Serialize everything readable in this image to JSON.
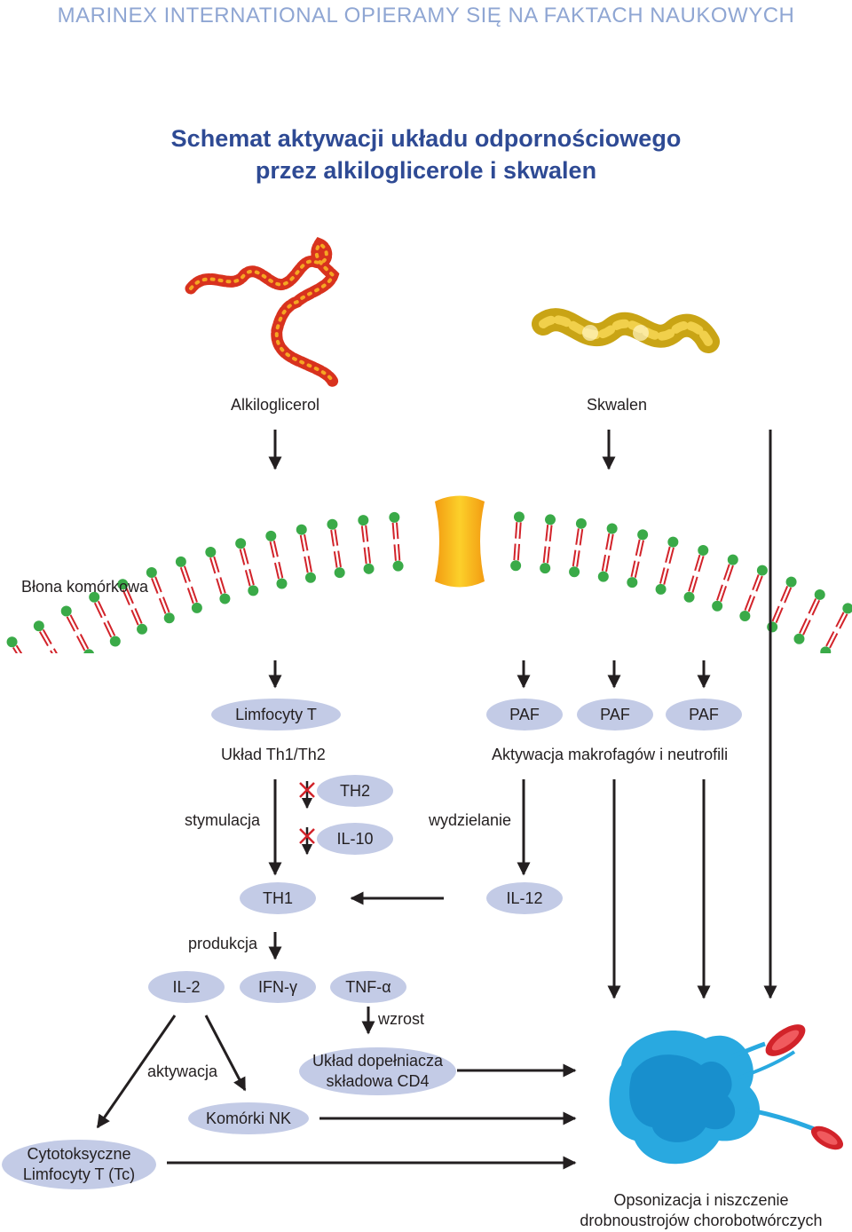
{
  "header": "MARINEX  INTERNATIONAL  OPIERAMY  SIĘ  NA  FAKTACH  NAUKOWYCH",
  "title": {
    "line1": "Schemat aktywacji układu odpornościowego",
    "line2": "przez alkiloglicerole i skwalen"
  },
  "molecules": {
    "alkiloglicerol": "Alkiloglicerol",
    "skwalen": "Skwalen"
  },
  "membrane_label": "Błona komórkowa",
  "pills": {
    "limfocyty_t": "Limfocyty T",
    "paf1": "PAF",
    "paf2": "PAF",
    "paf3": "PAF",
    "th2": "TH2",
    "il10": "IL-10",
    "th1": "TH1",
    "il12": "IL-12",
    "il2": "IL-2",
    "ifn": "IFN-γ",
    "tnf": "TNF-α",
    "dopelniacz_1": "Układ dopełniacza",
    "dopelniacz_2": "składowa CD4",
    "nk": "Komórki NK",
    "tc_1": "Cytotoksyczne",
    "tc_2": "Limfocyty T (Tc)"
  },
  "labels": {
    "uklad_th": "Układ Th1/Th2",
    "aktywacja_mn": "Aktywacja makrofagów i neutrofili",
    "stymulacja": "stymulacja",
    "wydzielanie": "wydzielanie",
    "produkcja": "produkcja",
    "wzrost": "wzrost",
    "aktywacja": "aktywacja",
    "result_1": "Opsonizacja i niszczenie",
    "result_2": "drobnoustrojów chorobotwórczych"
  },
  "colors": {
    "title": "#2e4a94",
    "header": "#8fa6d3",
    "pill": "#c3cbe6",
    "lipid_head": "#3aaa48",
    "lipid_tail": "#d2232a",
    "channel": "#f6b51d",
    "alkiloglicerol": "#d8321e",
    "skwalen": "#d4b21a",
    "macrophage": "#29a9e0"
  }
}
